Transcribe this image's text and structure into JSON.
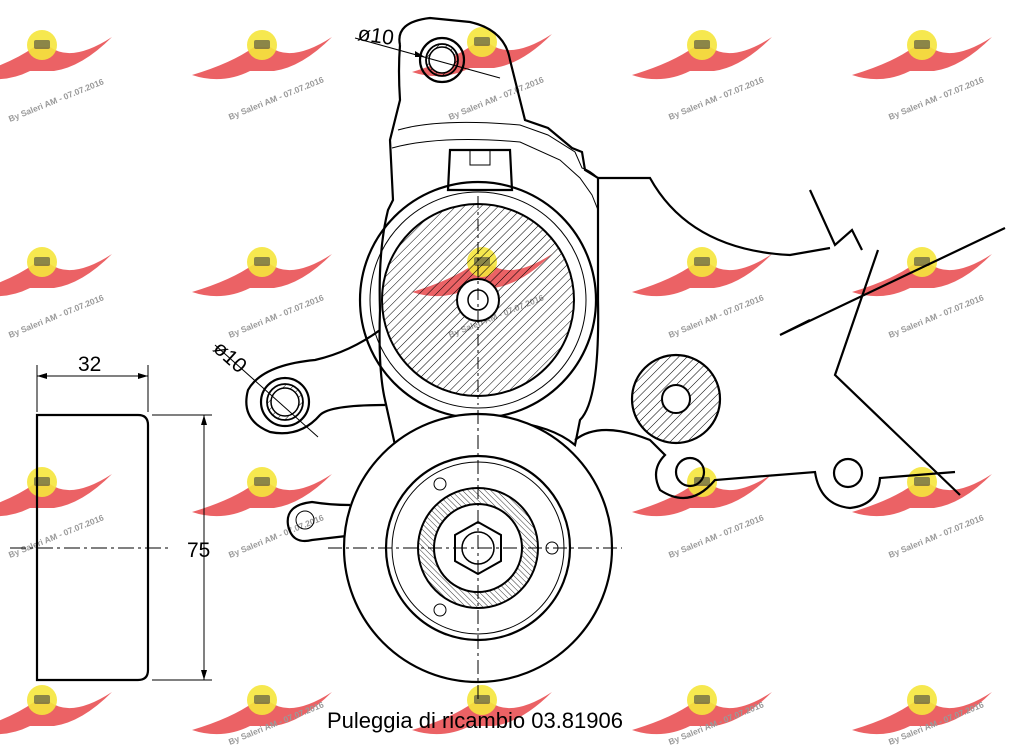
{
  "caption": "Puleggia di ricambio 03.81906",
  "dimensions": {
    "hole_diameter_top": "ø10",
    "hole_diameter_left": "ø10",
    "pulley_width": "32",
    "pulley_diameter": "75"
  },
  "watermark": {
    "text": "By Saleri AM - 07.07.2016",
    "logo_colors": {
      "wing": "#e8474a",
      "badge": "#f5e63c"
    }
  }
}
